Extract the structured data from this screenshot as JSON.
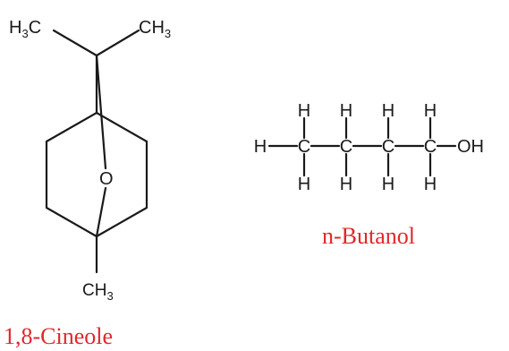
{
  "molecules": [
    {
      "caption": "1,8-Cineole",
      "labels": {
        "left_methyl": "H3C",
        "right_methyl": "CH3",
        "oxygen": "O",
        "bottom_methyl": "CH3"
      }
    },
    {
      "caption": "n-Butanol",
      "labels": {
        "hydrogen": "H",
        "carbon": "C",
        "hydroxyl": "OH"
      }
    }
  ],
  "colors": {
    "caption": "#e0282c",
    "structure": "#1a1a1a"
  }
}
